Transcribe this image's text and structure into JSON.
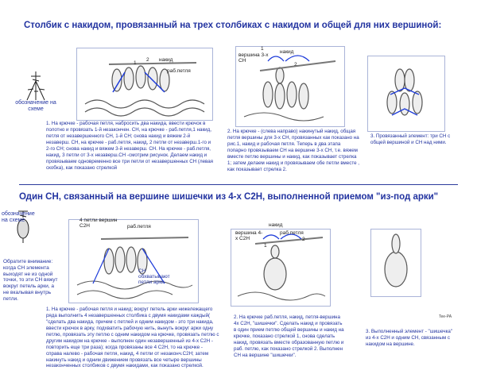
{
  "top": {
    "title": "Столбик с накидом, провязанный на трех столбиках с накидом и общей для них вершиной:",
    "symbol_caption": "обозначение на схеме",
    "panel1": {
      "labels": {
        "n1": "1",
        "n2": "2",
        "nakid": "накид",
        "rab": "раб.петля"
      },
      "caption": "1. На крючке - рабочая петля, набросить два накида, ввести крючок в полотно и провязать 1-й незакончен. СН, на крючке - раб.петля,1 накид, петля от незавершенного СН, 1-й СН; снова накид и вяжем 2-й незаверш. СН, на крючке - раб.петля, накид, 2 петли от незаверш.1-го и 2-го СН; снова накид и вяжем 3-й незаверш. СН. На крючке - раб.петля, накид, 3 петли от 3-х незаверш.СН -смотрим рисунок. Делаем накид и провязываем одновременно все три петли от незавершенных СН (левая скобка), как показано стрелкой"
    },
    "panel2": {
      "labels": {
        "n1": "1",
        "nakid": "накид",
        "vershina": "вершина 3-х СН",
        "n2": "2"
      },
      "caption": "2. На крючке - (слева направо) накинутый накид, общая петля вершины для 3-х СН, провязанных как показано на рис.1, накид и рабочая петля. Теперь в два этапа попарно провязываем СН на вершине 3-х СН, т.е. вяжем вместе петлю вершины и накид, как показывает стрелка 1; затем делаем накид и провязываем обе петли вместе , как показывает стрелка 2."
    },
    "panel3": {
      "caption": "3. Провязанный элемент: три СН с общей вершиной и СН над ними."
    }
  },
  "bottom": {
    "title": "Один СН, связанный на вершине шишечки из 4-х С2Н, выполненной приемом \"из-под арки\"",
    "symbol_caption": "обозначение на схеме",
    "note": "Обратите внимание: когда СН элемента выходят не из одной точки, то эти СН вяжут вокруг петель арки, а не вкалывая внутрь петли.",
    "panel1": {
      "labels": {
        "four_loops": "4 петли вершин С2Н",
        "rab": "раб.петля",
        "arch": "СН обхватывают петли арки"
      },
      "caption": "1. На крючке - рабочая петля и накид; вокруг петель арки нижележащего ряда выполнить 4 незавершенных столбика с двумя накидами каждый( \"сделать два накида, причем с петлей и одним накидом - это три накида, ввести крючок в арку, подхватить рабочую нить, вынуть вокруг арки одну петлю, провязать эту петлю с одним накидом на крючке, провязать петлю с другим накидом на крючке - выполнен один незавершенный из 4-х С2Н - повторить еще три раза); когда провязаны все 4 С2Н, то на крючке - справа налево - рабочая петля, накид, 4 петли от незаконч.С2Н; затем накинуть накид и одним движением провязать все четыре вершины незаконченных столбиков с двумя накидами, как показано стрелкой."
    },
    "panel2": {
      "labels": {
        "nakid": "накид",
        "rab": "раб.петля",
        "vershina": "вершина 4-х С2Н",
        "n1": "1",
        "n2": "2"
      },
      "caption": "2. На крючке раб.петля, накид, петля-вершина 4х С2Н, \"шишечки\". Сделать накид и провязать в один прием петлю общей вершины и накид на крючке, показано стрелкой 1, снова сделать накид, провязать вместе образованную петлю и раб. петлю, как показано стрелкой 2. Выполнен СН на вершине \"шишечки\"."
    },
    "panel3": {
      "caption": "3. Выполненный элемент - \"шишечка\" из 4-х С2Н и одним СН, связанным с накидом на вершине."
    },
    "signature": "Tee-PA"
  }
}
